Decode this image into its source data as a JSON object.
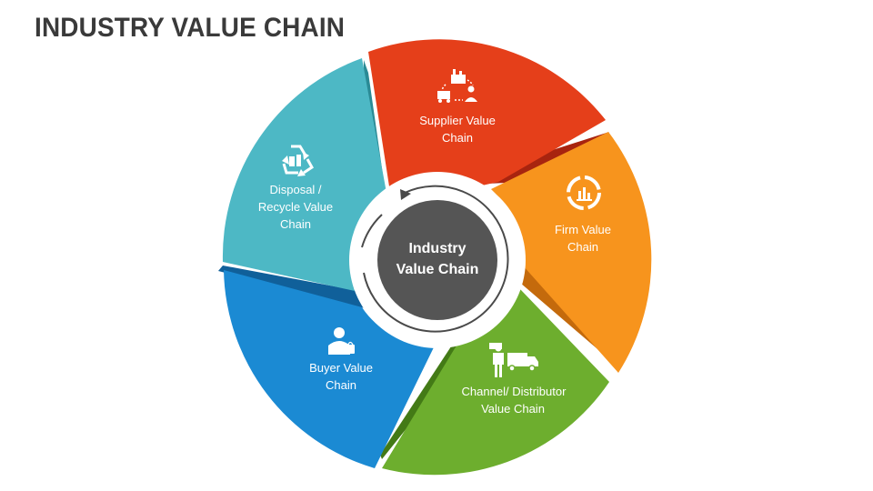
{
  "title": "INDUSTRY VALUE CHAIN",
  "center": {
    "lines": [
      "Industry",
      "Value Chain"
    ],
    "color": "#555555"
  },
  "segments": [
    {
      "id": "supplier",
      "lines": [
        "Supplier Value",
        "Chain"
      ],
      "color": "#E53F1A",
      "shade": "#A8240F",
      "icon": "factory-truck-person-icon"
    },
    {
      "id": "firm",
      "lines": [
        "Firm Value",
        "Chain"
      ],
      "color": "#F7941D",
      "shade": "#C46A0C",
      "icon": "analytics-cycle-icon"
    },
    {
      "id": "channel",
      "lines": [
        "Channel/ Distributor",
        "Value Chain"
      ],
      "color": "#6DAE2E",
      "shade": "#437A16",
      "icon": "delivery-person-truck-icon"
    },
    {
      "id": "buyer",
      "lines": [
        "Buyer Value",
        "Chain"
      ],
      "color": "#1B8AD3",
      "shade": "#10609A",
      "icon": "shopper-icon"
    },
    {
      "id": "disposal",
      "lines": [
        "Disposal /",
        "Recycle Value",
        "Chain"
      ],
      "color": "#4DB8C5",
      "shade": "#2A8A95",
      "icon": "recycle-icon"
    }
  ]
}
